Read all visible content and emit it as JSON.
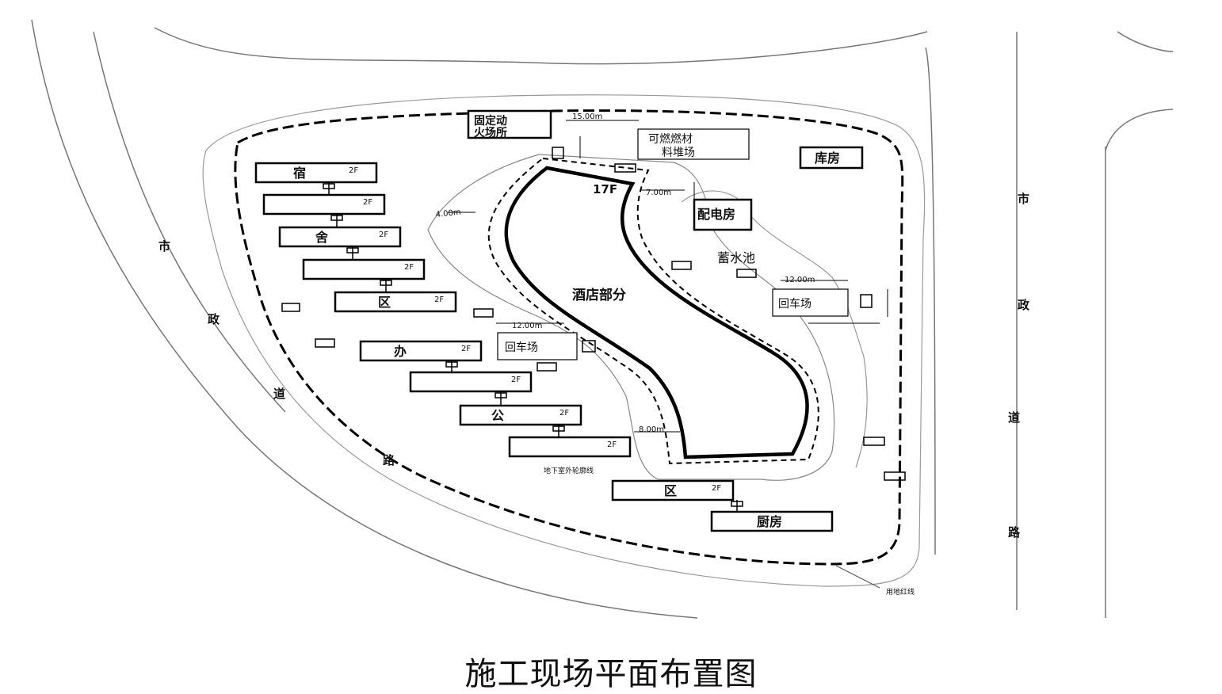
{
  "caption": "施工现场平面布置图",
  "roads": {
    "left": [
      "市",
      "政",
      "道",
      "路"
    ],
    "right": [
      "市",
      "政",
      "道",
      "路"
    ]
  },
  "hotel": {
    "label": "酒店部分",
    "floors": "17F"
  },
  "fire_zone": {
    "line1": "固定动",
    "line2": "火场所"
  },
  "flammable_yard": {
    "line1": "可燃燃材",
    "line2": "料堆场"
  },
  "warehouse": "库房",
  "power_room": "配电房",
  "water_tank": "蓄水池",
  "parking_left": "回车场",
  "parking_right": "回车场",
  "dorm_chars": [
    "宿",
    "",
    "舍",
    "",
    "区",
    "办",
    "",
    "公",
    "",
    "区"
  ],
  "dorm_floor": "2F",
  "kitchen": "厨房",
  "dimensions": {
    "top": "15.00m",
    "right_top": "7.00m",
    "left": "4.00m",
    "mid_left": "12.00m",
    "mid_right": "12.00m",
    "bottom": "8.00m"
  },
  "notes": {
    "basement": "地下室外轮廓线",
    "fence": "用地红线"
  }
}
